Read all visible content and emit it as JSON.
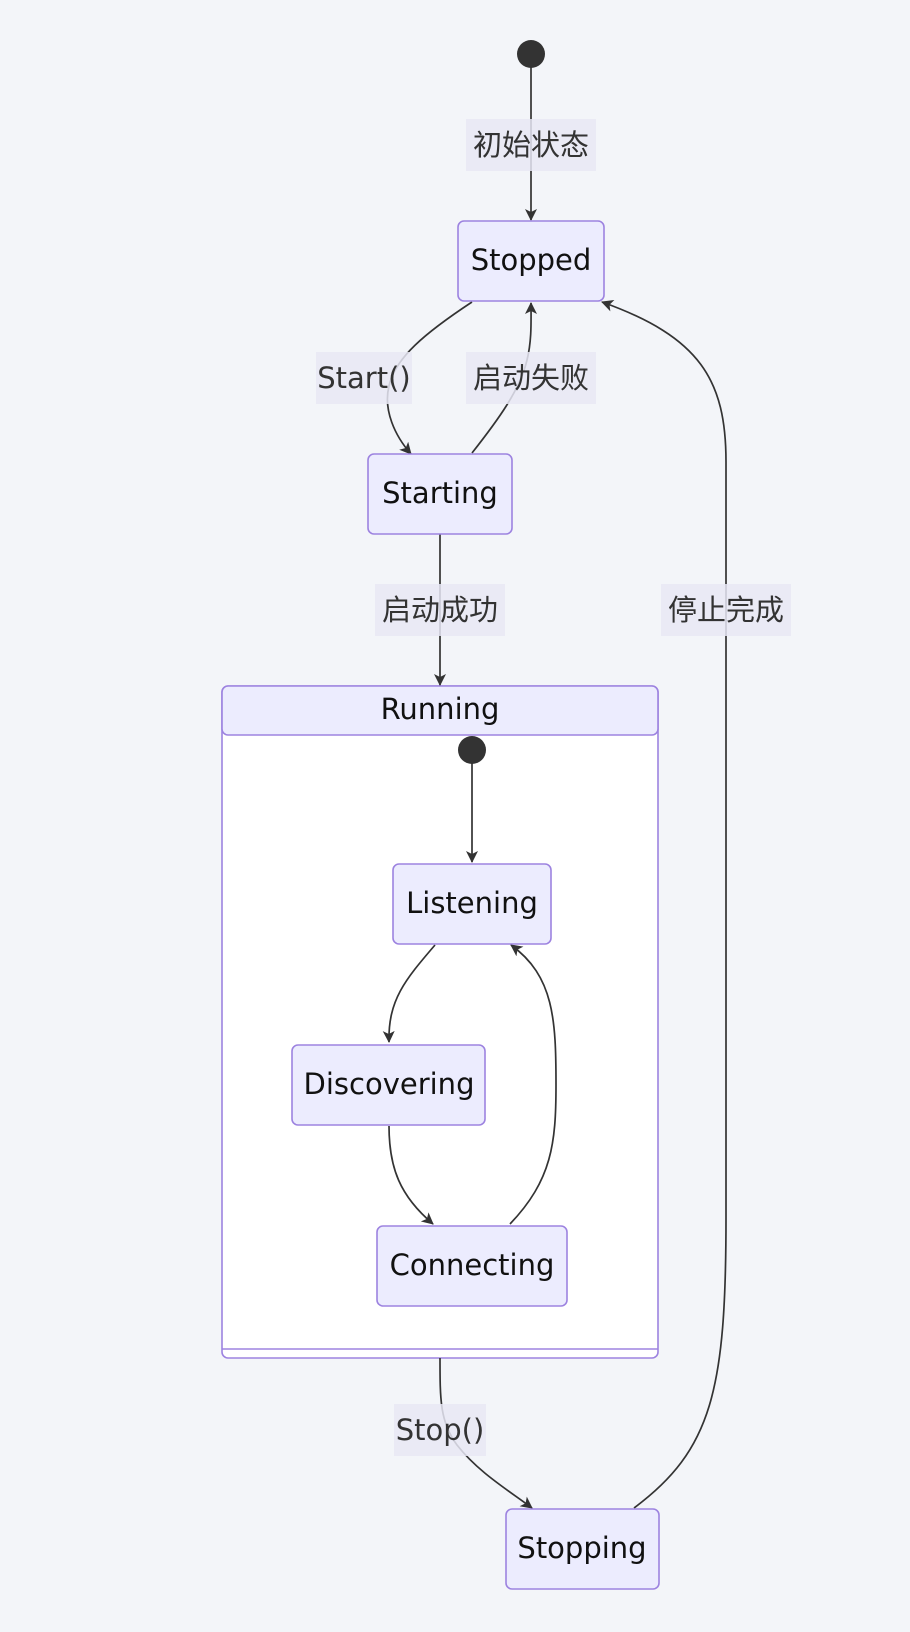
{
  "states": {
    "stopped": "Stopped",
    "starting": "Starting",
    "running": "Running",
    "listening": "Listening",
    "discovering": "Discovering",
    "connecting": "Connecting",
    "stopping": "Stopping"
  },
  "transitions": {
    "initial": "初始状态",
    "start": "Start()",
    "start_failed": "启动失败",
    "start_succeeded": "启动成功",
    "stop": "Stop()",
    "stop_completed": "停止完成"
  },
  "colors": {
    "background": "#f3f5f9",
    "state_fill": "#ececfe",
    "state_border": "#9d83e0",
    "edge": "#333333",
    "start_dot": "#333333"
  }
}
